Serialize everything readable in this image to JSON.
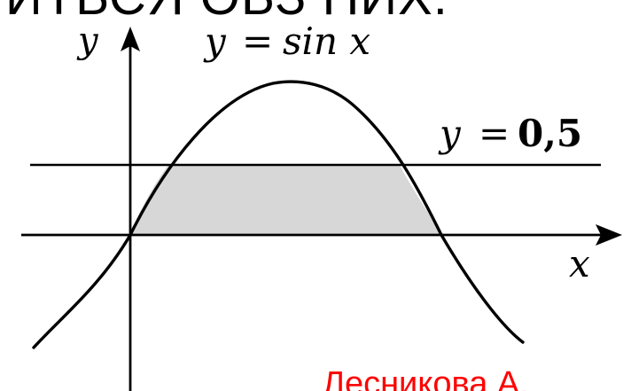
{
  "header": {
    "text": "ИТЬСЯ ОБЗ НИХ."
  },
  "diagram": {
    "y_axis_label": "y",
    "x_axis_label": "x",
    "curve_label_left": "y",
    "curve_label_equals": "=",
    "curve_label_right": "sin x",
    "line_label_left": "y",
    "line_label_equals": "=",
    "line_label_right": "0,5"
  },
  "footer": {
    "author": "Лесникова А."
  },
  "colors": {
    "curve": "#000000",
    "shade": "#d7d7d7",
    "axis": "#000000",
    "author_text": "#ff0000"
  }
}
